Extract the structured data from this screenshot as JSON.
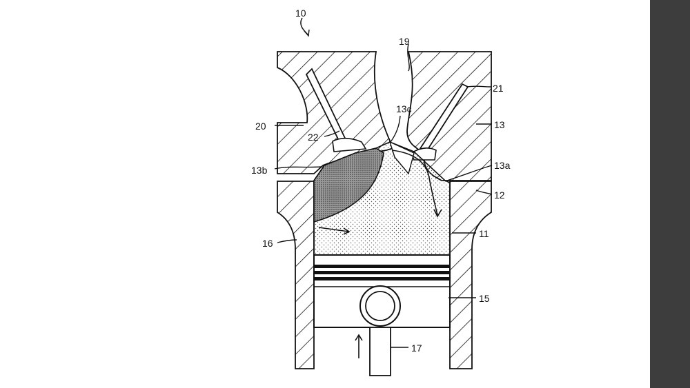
{
  "figure": {
    "labels": {
      "l10": "10",
      "l19": "19",
      "l21": "21",
      "l13": "13",
      "l13c": "13c",
      "l20": "20",
      "l22": "22",
      "l13b": "13b",
      "l13a": "13a",
      "l12": "12",
      "l11": "11",
      "l16": "16",
      "l15": "15",
      "l17": "17"
    }
  },
  "colors": {
    "line": "#111111",
    "sidebar": "#3d3d3d",
    "background": "#ffffff"
  }
}
